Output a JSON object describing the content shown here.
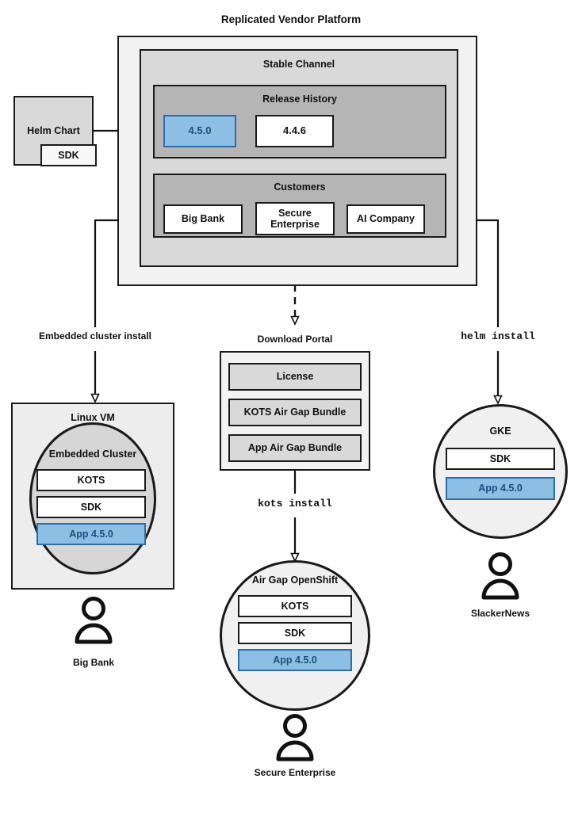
{
  "diagram": {
    "title": "Replicated Vendor Platform",
    "colors": {
      "accent_blue_fill": "#8cbfe3",
      "accent_blue_border": "#2a6fad",
      "accent_blue_text": "#1b4f7d",
      "outer_panel": "#f2f2f2",
      "mid_panel": "#d9d9d9",
      "inner_panel": "#b5b5b5",
      "stroke": "#1a1a1a"
    }
  },
  "platform": {
    "channel": {
      "title": "Stable Channel"
    },
    "release_history": {
      "title": "Release History",
      "releases": [
        {
          "version": "4.5.0",
          "highlighted": true
        },
        {
          "version": "4.4.6",
          "highlighted": false
        }
      ]
    },
    "customers": {
      "title": "Customers",
      "items": [
        {
          "name": "Big Bank"
        },
        {
          "name": "Secure Enterprise"
        },
        {
          "name": "AI Company"
        }
      ]
    }
  },
  "source": {
    "helm_chart": {
      "label": "Helm Chart",
      "sdk_label": "SDK"
    }
  },
  "flows": {
    "embedded": "Embedded cluster install",
    "download_portal": "Download Portal",
    "kots_install": "kots install",
    "helm_install": "helm install"
  },
  "download_portal": {
    "title": "Download Portal",
    "artifacts": [
      "License",
      "KOTS Air Gap Bundle",
      "App Air Gap Bundle"
    ]
  },
  "targets": {
    "linux_vm": {
      "title": "Linux VM",
      "cluster_title": "Embedded Cluster",
      "components": [
        {
          "label": "KOTS",
          "highlighted": false
        },
        {
          "label": "SDK",
          "highlighted": false
        },
        {
          "label": "App 4.5.0",
          "highlighted": true
        }
      ],
      "customer": "Big Bank"
    },
    "air_gap_openshift": {
      "title": "Air Gap OpenShift",
      "components": [
        {
          "label": "KOTS",
          "highlighted": false
        },
        {
          "label": "SDK",
          "highlighted": false
        },
        {
          "label": "App 4.5.0",
          "highlighted": true
        }
      ],
      "customer": "Secure Enterprise"
    },
    "gke": {
      "title": "GKE",
      "components": [
        {
          "label": "SDK",
          "highlighted": false
        },
        {
          "label": "App 4.5.0",
          "highlighted": true
        }
      ],
      "customer": "SlackerNews"
    }
  }
}
